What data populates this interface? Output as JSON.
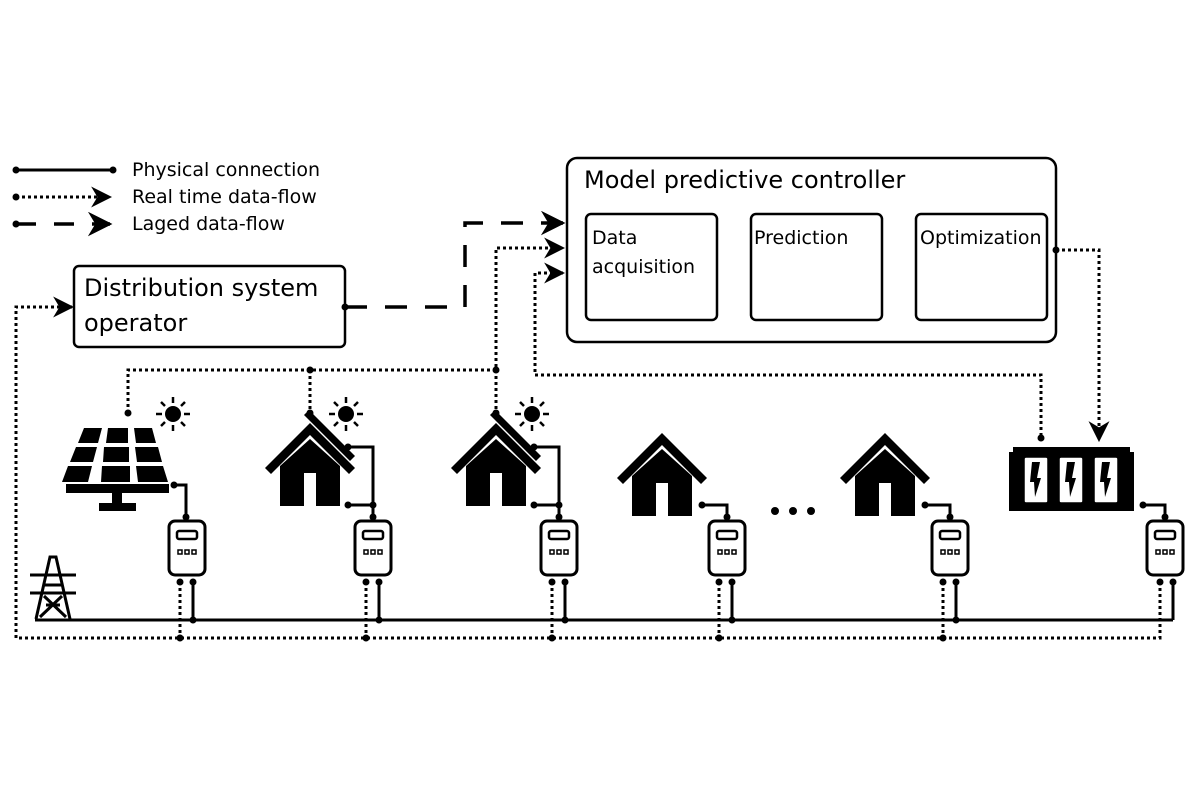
{
  "legend": {
    "physical": "Physical connection",
    "realtime": "Real time data-flow",
    "laged": "Laged data-flow"
  },
  "controller": {
    "title": "Model predictive controller",
    "modules": [
      {
        "line1": "Data",
        "line2": "acquisition"
      },
      {
        "line1": "Prediction",
        "line2": ""
      },
      {
        "line1": "Optimization",
        "line2": ""
      }
    ]
  },
  "dso": {
    "line1": "Distribution system",
    "line2": "operator"
  },
  "nodes": [
    {
      "type": "solar-park",
      "has_sun": true
    },
    {
      "type": "house-pv",
      "has_sun": true
    },
    {
      "type": "house-pv",
      "has_sun": true
    },
    {
      "type": "house",
      "has_sun": false
    },
    {
      "type": "ellipsis",
      "has_sun": false
    },
    {
      "type": "house",
      "has_sun": false
    },
    {
      "type": "battery-storage",
      "has_sun": false
    }
  ],
  "colors": {
    "ink": "#000000",
    "background": "#ffffff"
  }
}
